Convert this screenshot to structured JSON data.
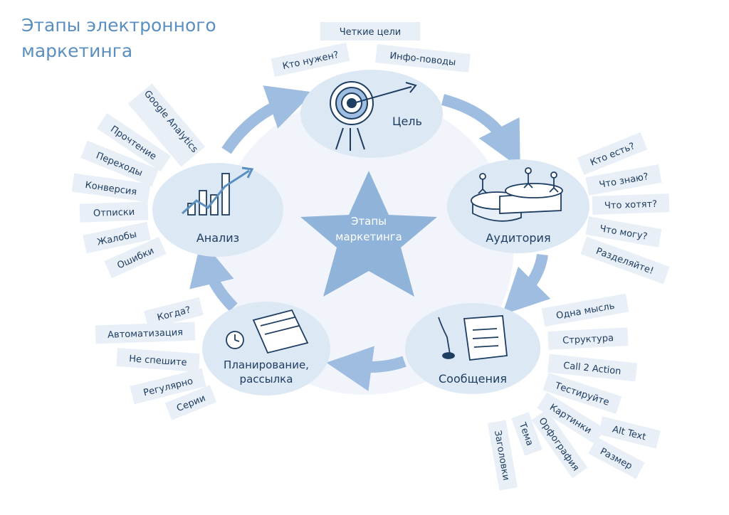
{
  "title": {
    "line1": "Этапы электронного",
    "line2": "маркетинга"
  },
  "center": {
    "line1": "Этапы",
    "line2": "маркетинга"
  },
  "colors": {
    "accent": "#5b8fc0",
    "circle": "#dde8f5",
    "star": "#90b3d9",
    "tag": "#e9eff7",
    "tagText": "#1d3d61",
    "arrow": "#9fbde0"
  },
  "stages": {
    "goal": {
      "label": "Цель",
      "icon": "target-icon",
      "tags": [
        "Четкие цели",
        "Кто нужен?",
        "Инфо-поводы"
      ]
    },
    "audience": {
      "label": "Аудитория",
      "icon": "pie-chart-people-icon",
      "tags": [
        "Кто есть?",
        "Что знаю?",
        "Что хотят?",
        "Что могу?",
        "Разделяйте!"
      ]
    },
    "messages": {
      "label": "Сообщения",
      "icon": "quill-scroll-icon",
      "tags": [
        "Одна мысль",
        "Структура",
        "Call 2 Action",
        "Тестируйте",
        "Картинки",
        "Alt Text",
        "Размер",
        "Орфография",
        "Тема",
        "Заголовки"
      ]
    },
    "planning": {
      "label_line1": "Планирование,",
      "label_line2": "рассылка",
      "icon": "calendar-clock-icon",
      "tags": [
        "Когда?",
        "Автоматизация",
        "Не спешите",
        "Регулярно",
        "Серии"
      ]
    },
    "analysis": {
      "label": "Анализ",
      "icon": "growth-chart-icon",
      "tags": [
        "Google Analytics",
        "Прочтение",
        "Переходы",
        "Конверсия",
        "Отписки",
        "Жалобы",
        "Ошибки"
      ]
    }
  }
}
